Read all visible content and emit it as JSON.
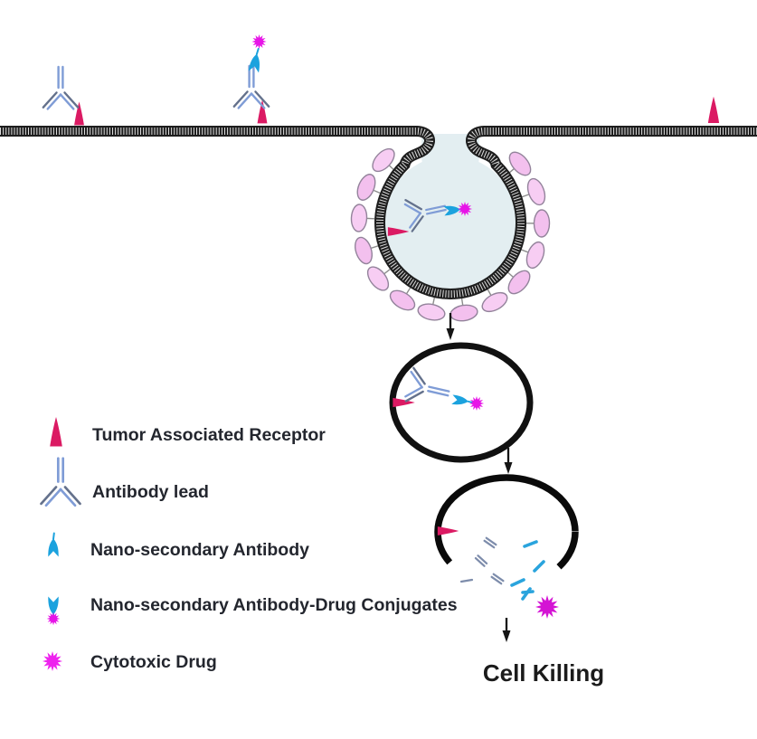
{
  "legend": {
    "items": [
      {
        "label": "Tumor Associated Receptor",
        "icon": "tumor-associated-receptor-icon"
      },
      {
        "label": "Antibody lead",
        "icon": "antibody-lead-icon"
      },
      {
        "label": "Nano-secondary Antibody",
        "icon": "nano-secondary-antibody-icon"
      },
      {
        "label": "Nano-secondary Antibody-Drug Conjugates",
        "icon": "nano-secondary-antibody-drug-conjugate-icon"
      },
      {
        "label": "Cytotoxic Drug",
        "icon": "cytotoxic-drug-icon"
      }
    ]
  },
  "process": {
    "cell_killing_label": "Cell Killing"
  },
  "colors": {
    "receptor_pink": "#db1a63",
    "antibody_blue": "#7f9cd6",
    "antibody_gray": "#64718c",
    "nanobody_blue": "#1ba2de",
    "drug_magenta": "#e013df",
    "membrane_dark": "#1e1e1e",
    "vesicle_fill": "#e3eef1",
    "clathrin_pink": "#f7cdf3",
    "text_dark": "#23262e"
  }
}
